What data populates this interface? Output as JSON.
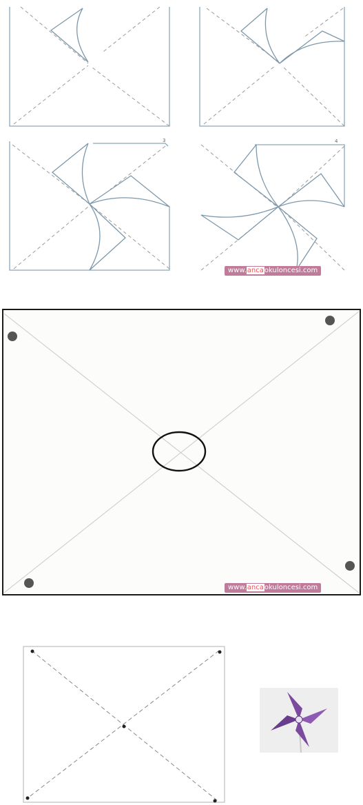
{
  "steps": {
    "numbers": [
      "",
      "",
      "3",
      "4"
    ],
    "watermark": {
      "prefix": "www.",
      "highlight": "anca",
      "suffix": "okuloncesi.com"
    }
  },
  "template": {
    "watermark": {
      "prefix": "www.",
      "highlight": "anca",
      "suffix": "okuloncesi.com"
    },
    "colors": {
      "border": "#1a1a1a",
      "diagonal": "#c9c9c9",
      "dot": "#555555",
      "circle": "#111111"
    }
  },
  "bottom": {
    "photo_icon": "purple-pinwheel-icon",
    "pinwheel_color": "#7b4a9e"
  }
}
